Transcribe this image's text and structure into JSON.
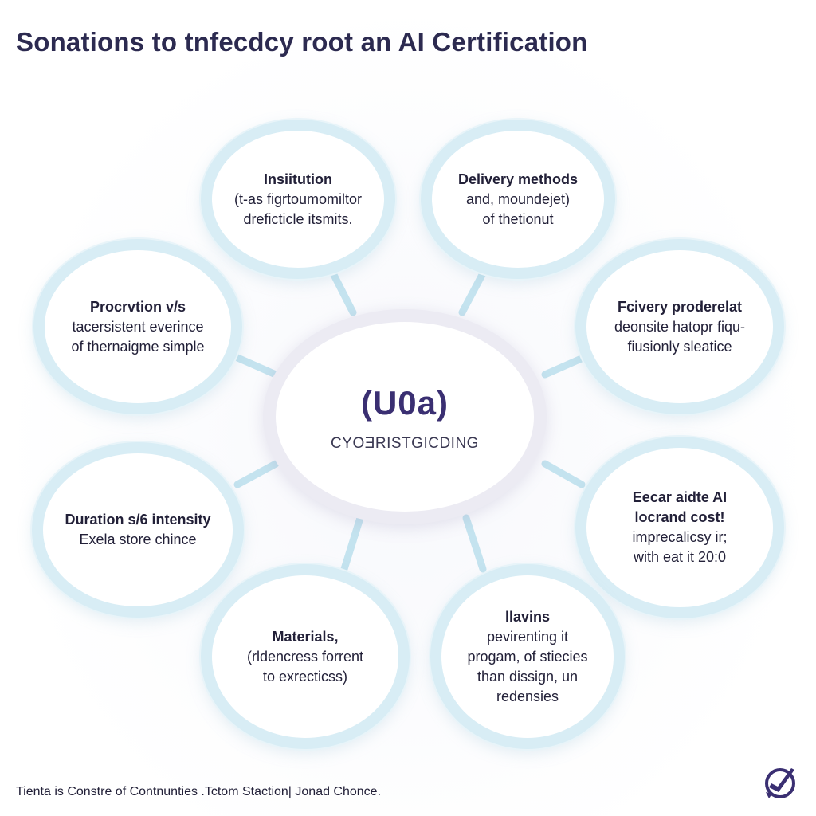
{
  "title": "Sonations to tnfecdcy root an AI Certification",
  "center": {
    "logo": "(U0a)",
    "subtitle": "CYOƎRISTGICDING"
  },
  "nodes": [
    {
      "heading": "Insiitution",
      "body": "(t-as figrtoumomiltor\ndreficticle itsmits."
    },
    {
      "heading": "Delivery methods",
      "body": "and, moundejet)\nof thetionut"
    },
    {
      "heading": "Procrvtion v/s",
      "body": "tacersistent everince\nof thernaigme simple"
    },
    {
      "heading": "Fcivery proderelat",
      "body": "deonsite hatopr fiqu-\nfiusionly sleatice"
    },
    {
      "heading": "Duration s/6 intensity",
      "body": "Exela store chince"
    },
    {
      "heading": "Eecar aidte AI\nlocrand cost!",
      "body": "imprecalicsy ir;\nwith eat it 20:0"
    },
    {
      "heading": "Materials,",
      "body": "(rldencress forrent\nto exrecticss)"
    },
    {
      "heading": "llavins",
      "body": "pevirenting it\nprogam, of stiecies\nthan dissign, un\nredensies"
    }
  ],
  "footer": "Tienta is Constre of Contnunties .Tctom Staction| Jonad Chonce.",
  "colors": {
    "title": "#2c2a50",
    "node_ring": "#d8edf5",
    "connector": "#c4e3ef",
    "center_ring": "#ecebf3",
    "logo": "#3a2f72"
  },
  "icons": {
    "badge": "checkmark-shield-icon"
  }
}
